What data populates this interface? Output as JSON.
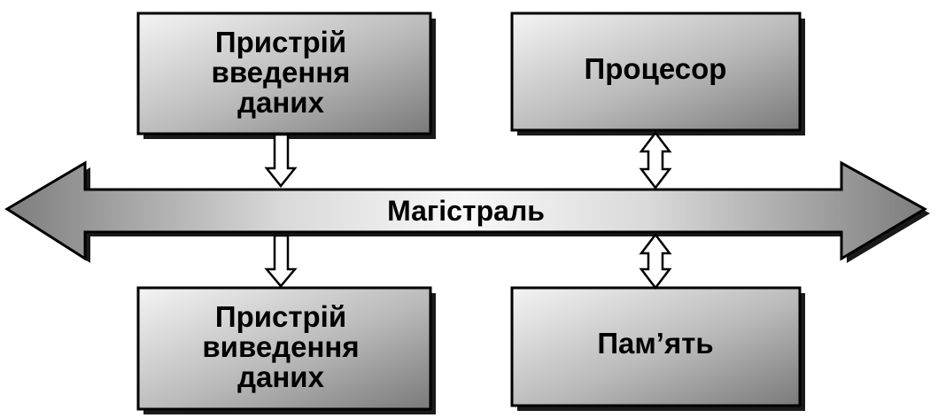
{
  "diagram": {
    "bus": {
      "label": "Магістраль"
    },
    "blocks": {
      "input_device": {
        "lines": [
          "Пристрій",
          "введення",
          "даних"
        ]
      },
      "processor": {
        "lines": [
          "Процесор"
        ]
      },
      "output_device": {
        "lines": [
          "Пристрій",
          "виведення",
          "даних"
        ]
      },
      "memory": {
        "lines": [
          "Пам’ять"
        ]
      }
    },
    "connections": [
      {
        "from": "input_device",
        "to": "bus",
        "direction": "one-way"
      },
      {
        "from": "processor",
        "to": "bus",
        "direction": "two-way"
      },
      {
        "from": "bus",
        "to": "output_device",
        "direction": "one-way"
      },
      {
        "from": "memory",
        "to": "bus",
        "direction": "two-way"
      }
    ],
    "colors": {
      "outline": "#000000",
      "block_light": "#f4f4f4",
      "block_dark": "#7a7a7a",
      "bus_light": "#f8f8f8",
      "bus_dark": "#7d7d7d",
      "shadow": "#1a1a1a",
      "connector_fill": "#ffffff"
    }
  }
}
